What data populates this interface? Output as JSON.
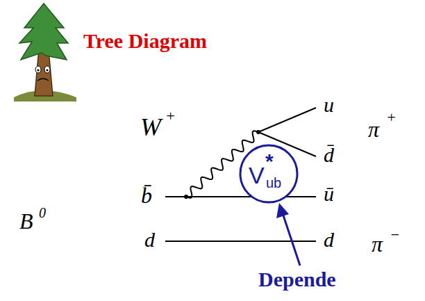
{
  "diagram": {
    "title": "Tree Diagram",
    "nodes": [
      {
        "text": [
          "V",
          "*",
          "ub"
        ]
      }
    ],
    "labels": [
      "W",
      "+",
      "u",
      "d̄",
      "π",
      "+",
      "b̄",
      "ū",
      "B",
      "0",
      "d",
      "d",
      "π",
      "−",
      "Depende"
    ]
  }
}
